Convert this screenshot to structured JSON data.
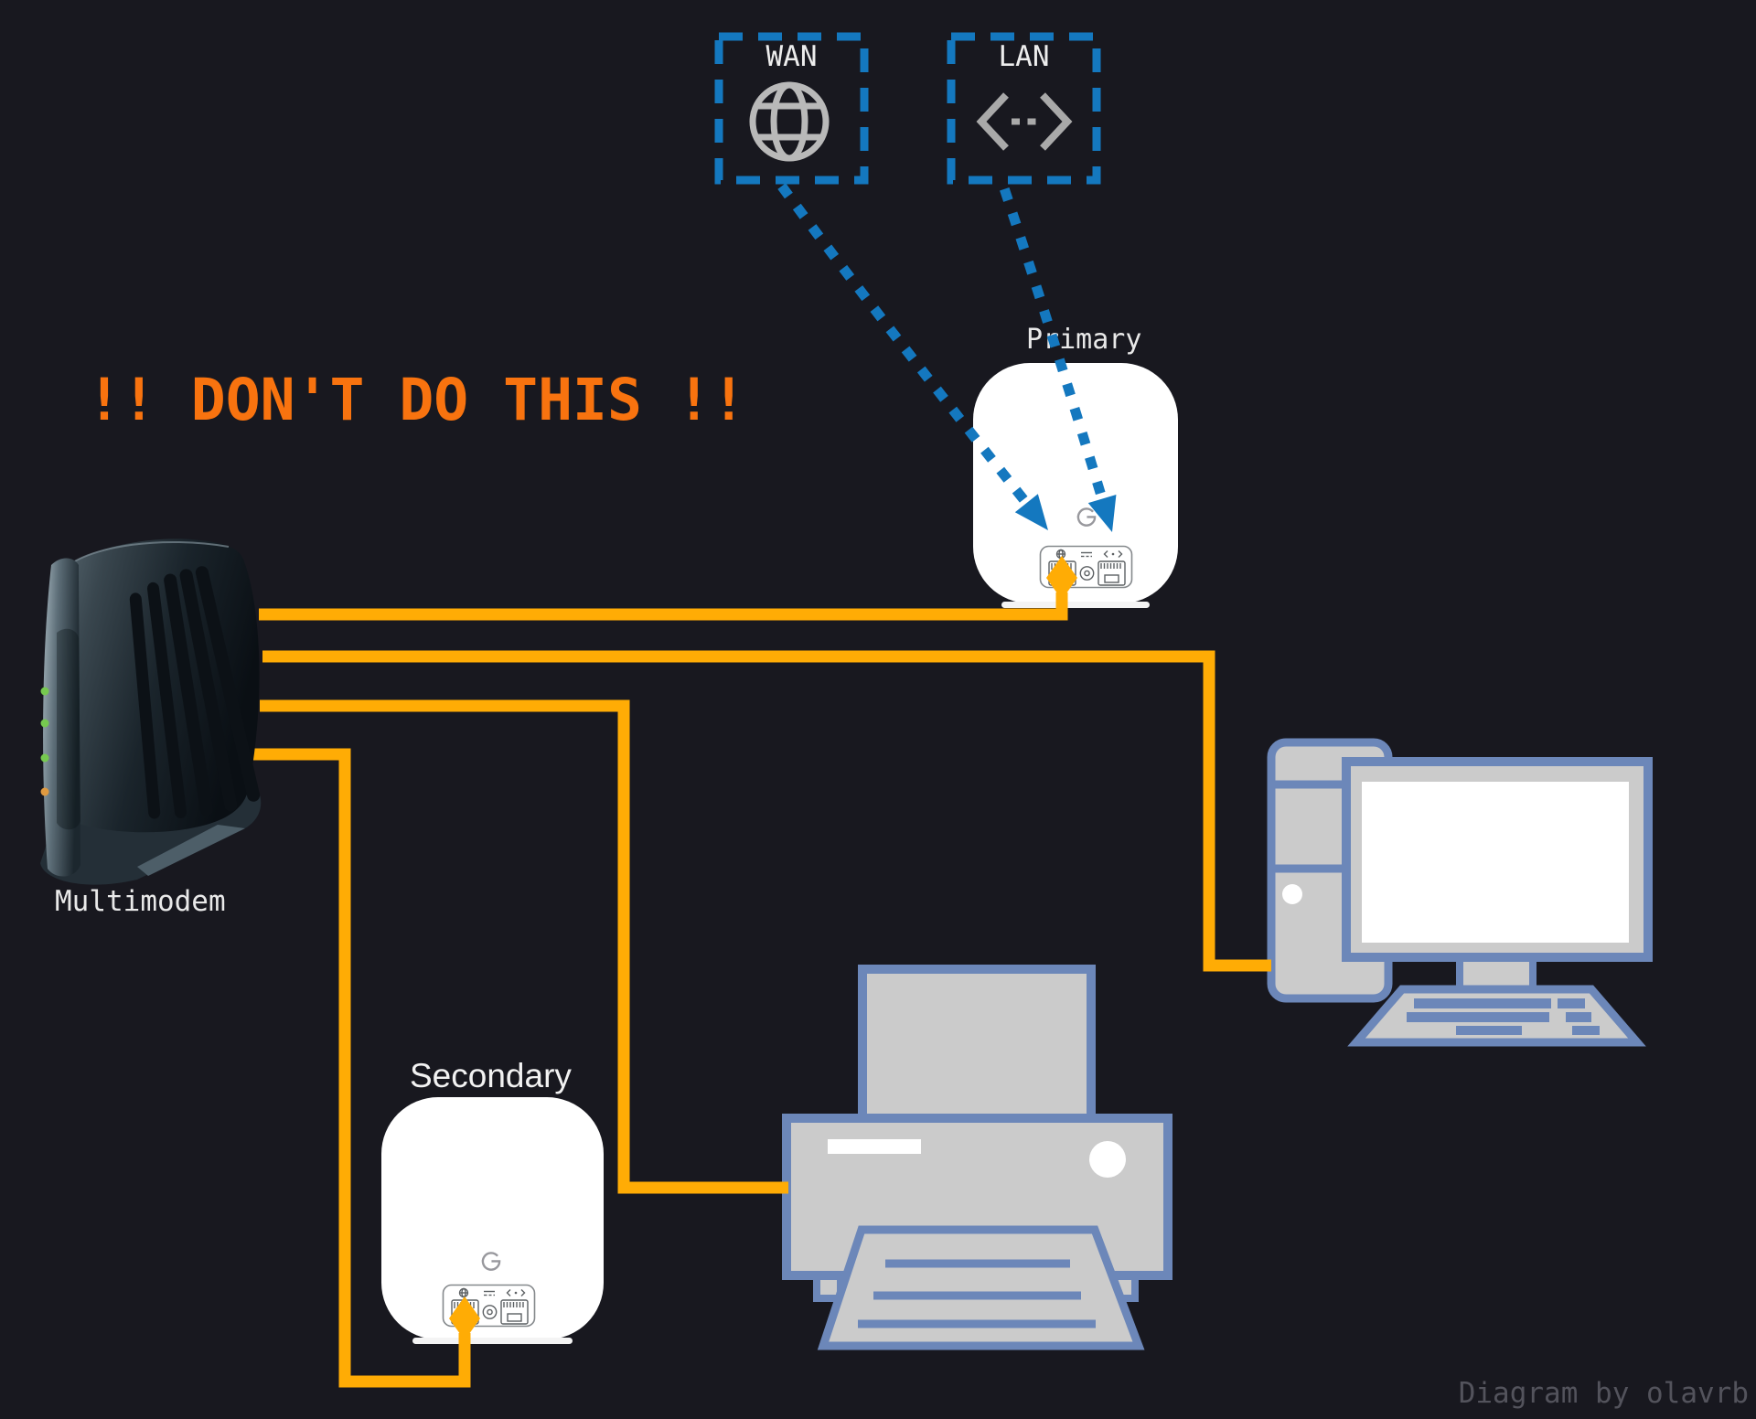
{
  "warning": {
    "text": "!! DON'T DO THIS !!",
    "color": "#F8730F"
  },
  "credit": {
    "text": "Diagram by olavrb",
    "color": "#53535C"
  },
  "zones": {
    "wan": {
      "label": "WAN",
      "icon": "globe-icon"
    },
    "lan": {
      "label": "LAN",
      "icon": "lan-link-icon"
    }
  },
  "devices": {
    "modem": {
      "label": "Multimodem",
      "leds": [
        "green",
        "green",
        "green",
        "orange"
      ]
    },
    "primary_router": {
      "label": "Primary",
      "logo": "g-logo",
      "ports": [
        "wan-ethernet",
        "power",
        "lan-ethernet"
      ]
    },
    "secondary_router": {
      "label": "Secondary",
      "logo": "g-logo",
      "ports": [
        "wan-ethernet",
        "power",
        "lan-ethernet"
      ]
    },
    "computer": {
      "name": "desktop-computer"
    },
    "printer": {
      "name": "printer"
    }
  },
  "connections": [
    {
      "from": "modem",
      "to": "primary-router-wan-port",
      "style": "cable"
    },
    {
      "from": "modem",
      "to": "computer",
      "style": "cable"
    },
    {
      "from": "modem",
      "to": "printer",
      "style": "cable"
    },
    {
      "from": "modem",
      "to": "secondary-router-wan-port",
      "style": "cable"
    },
    {
      "from": "wan-zone",
      "to": "primary-router-wan-port",
      "style": "dotted-arrow"
    },
    {
      "from": "lan-zone",
      "to": "primary-router-lan-port",
      "style": "dotted-arrow"
    }
  ],
  "colors": {
    "background": "#18181F",
    "cable_orange": "#FFAC05",
    "warning_orange": "#F8730F",
    "dashed_blue": "#1478BF",
    "device_outline_blue": "#6C87B9",
    "device_fill_gray": "#CBCBCB",
    "label_white": "#EDEDED",
    "credit_gray": "#53535C",
    "led_green": "#76C94F",
    "led_orange": "#E09A40"
  }
}
